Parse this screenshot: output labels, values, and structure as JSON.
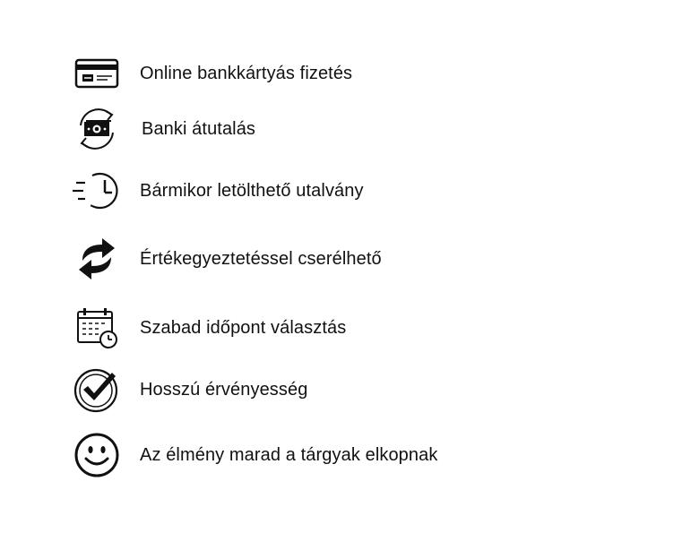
{
  "features": [
    {
      "icon": "credit-card-icon",
      "label": "Online bankkártyás fizetés"
    },
    {
      "icon": "bank-transfer-icon",
      "label": "Banki átutalás"
    },
    {
      "icon": "fast-clock-icon",
      "label": "Bármikor letölthető utalvány"
    },
    {
      "icon": "exchange-arrows-icon",
      "label": "Értékegyeztetéssel cserélhető"
    },
    {
      "icon": "calendar-clock-icon",
      "label": "Szabad időpont választás"
    },
    {
      "icon": "checkmark-circle-icon",
      "label": "Hosszú érvényesség"
    },
    {
      "icon": "smiley-face-icon",
      "label": "Az élmény marad a tárgyak elkopnak"
    }
  ]
}
